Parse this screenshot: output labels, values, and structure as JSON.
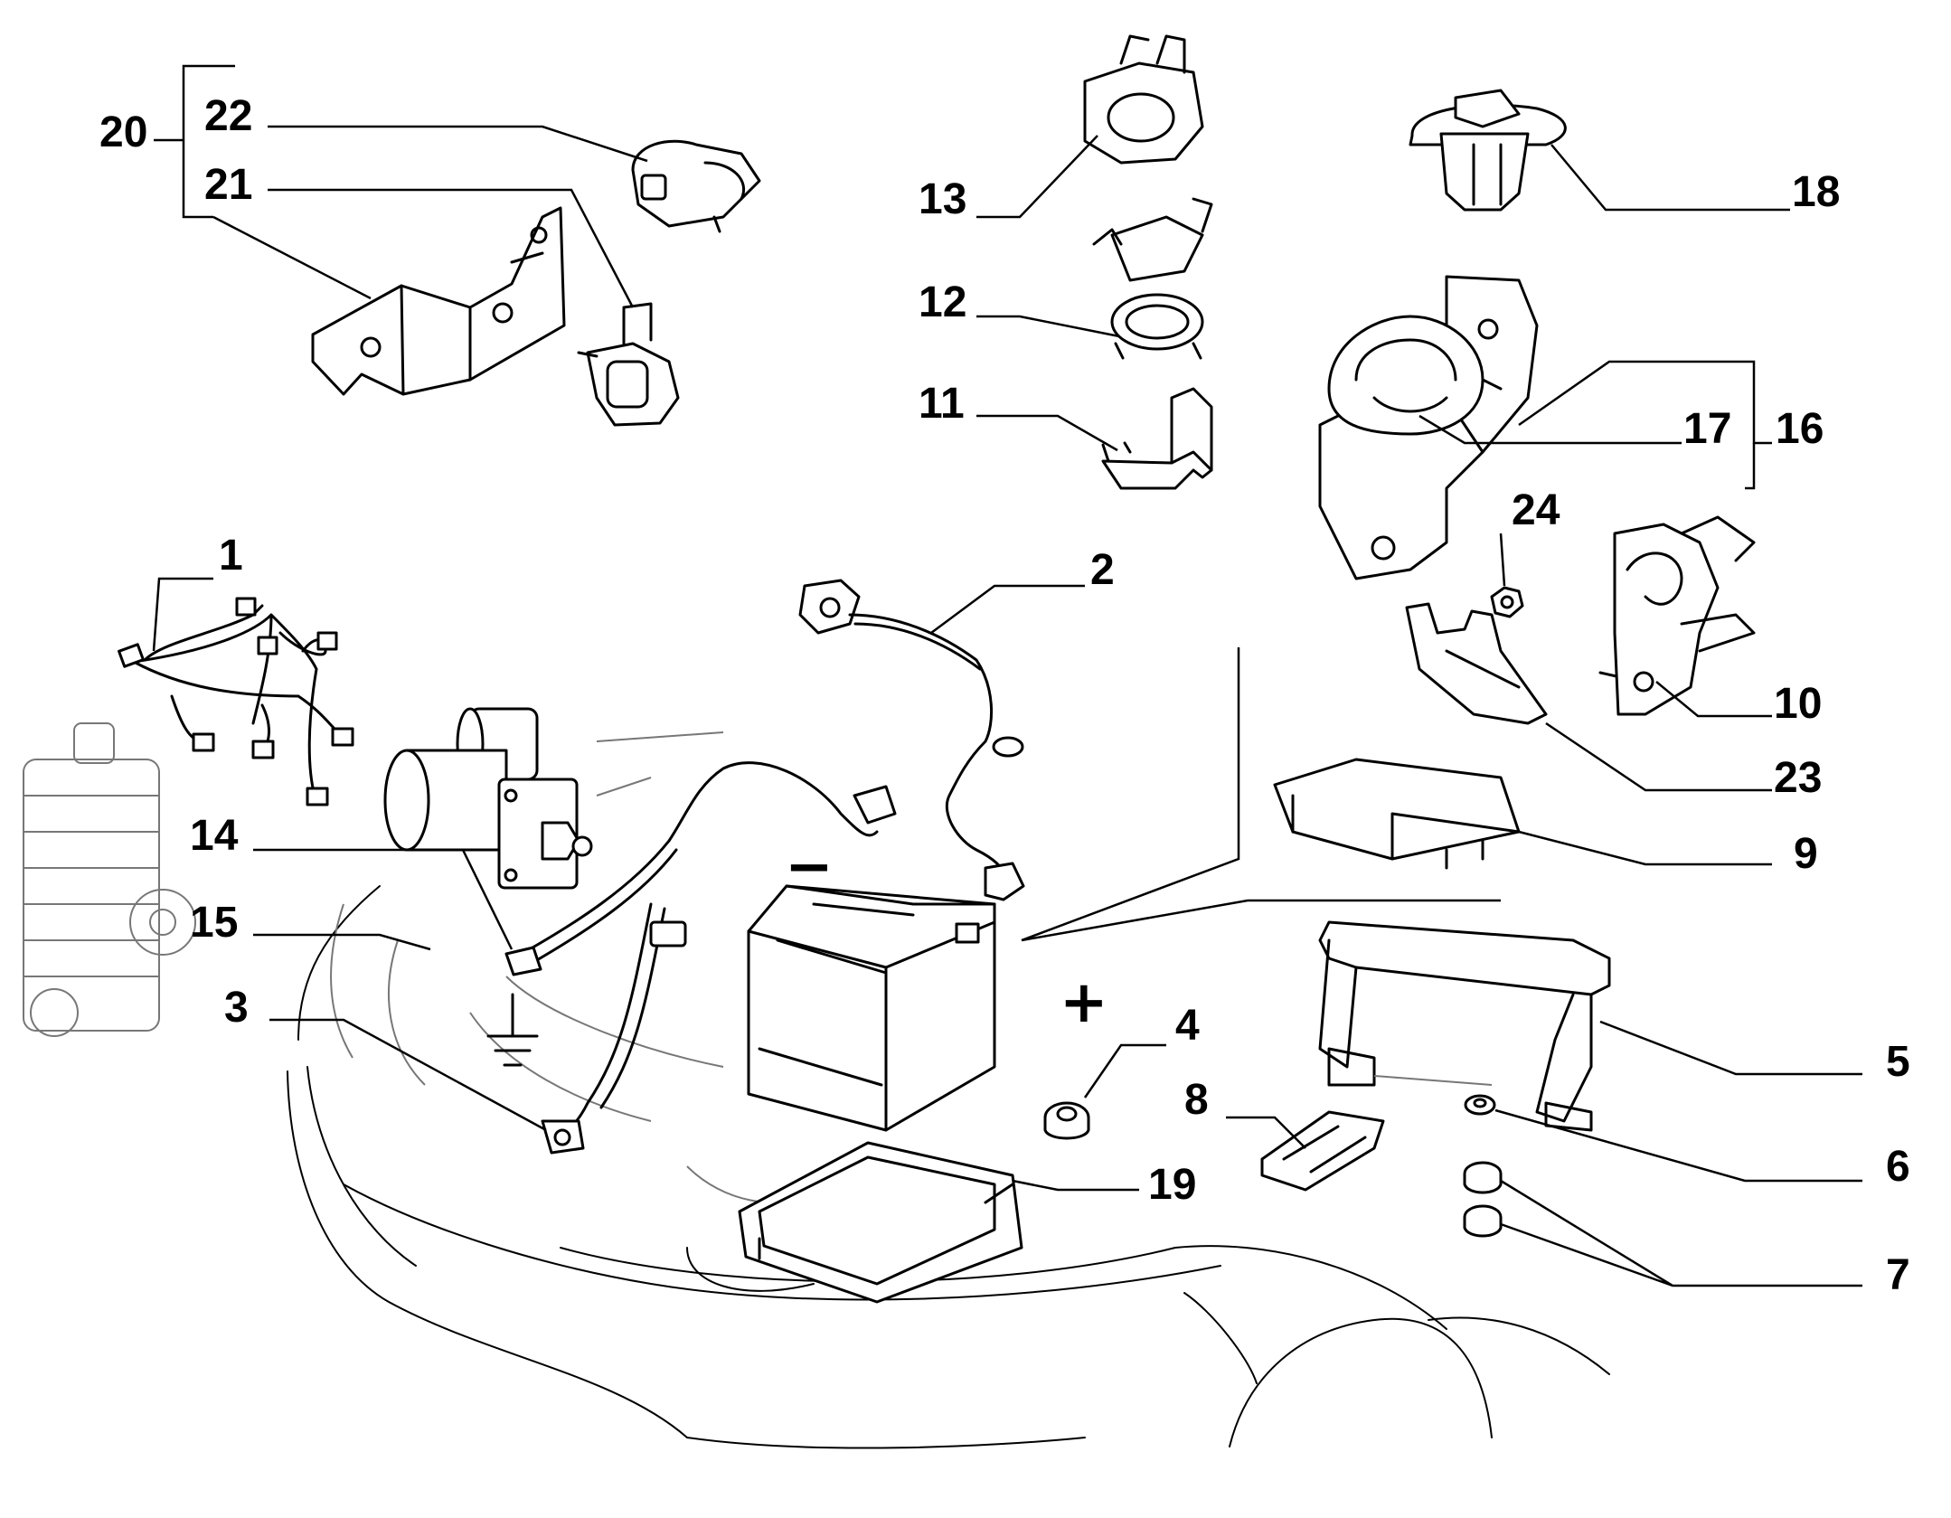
{
  "callouts": {
    "c1": "1",
    "c2": "2",
    "c3": "3",
    "c4": "4",
    "c5": "5",
    "c6": "6",
    "c7": "7",
    "c8": "8",
    "c9": "9",
    "c10": "10",
    "c11": "11",
    "c12": "12",
    "c13": "13",
    "c14": "14",
    "c15": "15",
    "c16": "16",
    "c17": "17",
    "c18": "18",
    "c19": "19",
    "c20": "20",
    "c21": "21",
    "c22": "22",
    "c23": "23",
    "c24": "24"
  },
  "symbols": {
    "negative": "−",
    "positive": "+"
  }
}
